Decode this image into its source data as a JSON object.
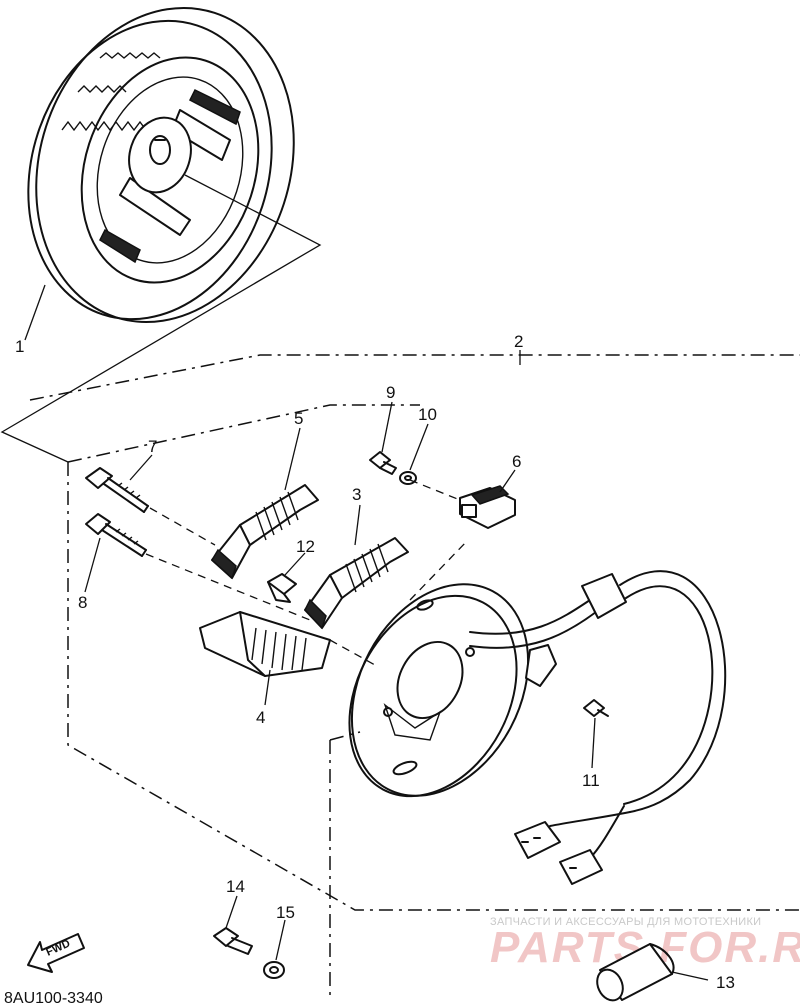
{
  "diagram": {
    "callouts": {
      "c1": "1",
      "c2": "2",
      "c3": "3",
      "c4": "4",
      "c5": "5",
      "c6": "6",
      "c7": "7",
      "c8": "8",
      "c9": "9",
      "c10": "10",
      "c11": "11",
      "c12": "12",
      "c13": "13",
      "c14": "14",
      "c15": "15"
    },
    "fwd_label": "FWD",
    "drawing_code": "8AU100-3340"
  },
  "watermark": {
    "tagline": "ЗАПЧАСТИ И АКСЕССУАРЫ ДЛЯ МОТОТЕХНИКИ",
    "brand": "PARTS FOR.RU"
  }
}
